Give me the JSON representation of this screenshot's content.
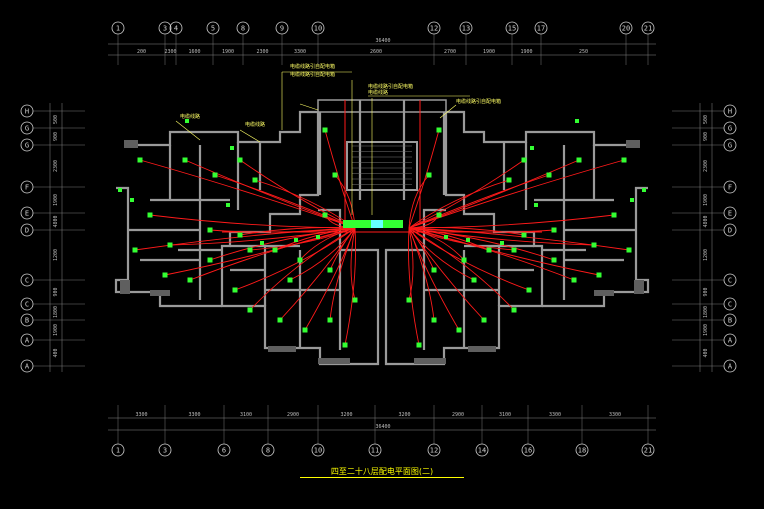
{
  "title": "四至二十八层配电平面图(二)",
  "top_axes": [
    "1",
    "3",
    "4",
    "5",
    "8",
    "9",
    "10",
    "12",
    "13",
    "15",
    "17",
    "20",
    "21"
  ],
  "bottom_axes": [
    "1",
    "3",
    "6",
    "8",
    "10",
    "11",
    "12",
    "14",
    "16",
    "18",
    "21"
  ],
  "left_axes": [
    "H",
    "G",
    "G",
    "F",
    "E",
    "D",
    "C",
    "C",
    "B",
    "A",
    "A"
  ],
  "right_axes": [
    "H",
    "G",
    "G",
    "F",
    "E",
    "D",
    "C",
    "C",
    "B",
    "A",
    "A"
  ],
  "top_dims": [
    "200",
    "2300",
    "1600",
    "1900",
    "2300",
    "3300",
    "2600",
    "2700",
    "1900",
    "1900",
    "250"
  ],
  "top_total": "36400",
  "bottom_dims": [
    "3300",
    "3300",
    "3100",
    "2900",
    "3200",
    "3200",
    "2900",
    "3100",
    "3300",
    "3300"
  ],
  "bottom_total": "36400",
  "left_dims": [
    "500",
    "900",
    "2300",
    "1900",
    "4800",
    "1200",
    "900",
    "1800",
    "1900",
    "400"
  ],
  "right_dims": [
    "500",
    "900",
    "2300",
    "1900",
    "4800",
    "1200",
    "900",
    "1800",
    "1900",
    "400"
  ],
  "notes": [
    "电缆线路引自配电箱",
    "电缆线路引自配电箱",
    "电缆线路引自配电箱",
    "电缆线路",
    "电缆线路",
    "电缆线路",
    "电缆线路引自配电箱"
  ],
  "colors": {
    "wall": "#9a9a9a",
    "circuit": "#ff1a1a",
    "device": "#33ff33",
    "dimension": "#cfcfcf",
    "note": "#ffff66",
    "title": "#ffff00"
  }
}
